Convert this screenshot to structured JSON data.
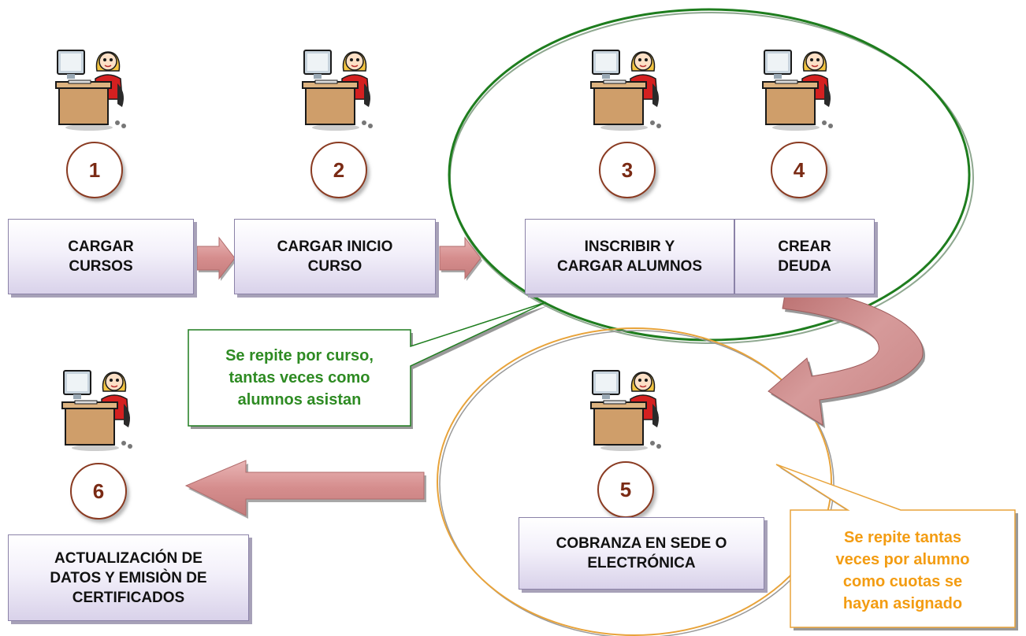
{
  "steps": [
    {
      "number": "1",
      "label": "CARGAR CURSOS",
      "lines": [
        "CARGAR",
        "CURSOS"
      ]
    },
    {
      "number": "2",
      "label": "CARGAR INICIO CURSO",
      "lines": [
        "CARGAR INICIO",
        "CURSO"
      ]
    },
    {
      "number": "3",
      "label": "INSCRIBIR Y CARGAR ALUMNOS",
      "lines": [
        "INSCRIBIR Y",
        "CARGAR  ALUMNOS"
      ]
    },
    {
      "number": "4",
      "label": "CREAR DEUDA",
      "lines": [
        "CREAR",
        "DEUDA"
      ]
    },
    {
      "number": "5",
      "label": "COBRANZA EN SEDE O ELECTRÓNICA",
      "lines": [
        "COBRANZA EN SEDE O",
        "ELECTRÓNICA"
      ]
    },
    {
      "number": "6",
      "label": "ACTUALIZACIÓN DE DATOS Y EMISIÒN DE CERTIFICADOS",
      "lines": [
        "ACTUALIZACIÓN DE",
        "DATOS Y EMISIÒN DE",
        "CERTIFICADOS"
      ]
    }
  ],
  "callouts": {
    "green": {
      "lines": [
        "Se repite por curso,",
        "tantas veces como",
        "alumnos asistan"
      ],
      "color": "#2e8b23"
    },
    "orange": {
      "lines": [
        "Se repite tantas",
        "veces por alumno",
        "como cuotas se",
        "hayan asignado"
      ],
      "color": "#f39c12"
    }
  },
  "icons": {
    "person": "person-at-computer-icon",
    "arrow": "arrow-right-icon",
    "curved_arrow": "curved-arrow-icon",
    "arrow_left": "arrow-left-icon"
  },
  "colors": {
    "arrow_fill": "#d99595",
    "arrow_edge": "#b06b6b",
    "number_border": "#8a3b22",
    "number_text": "#7a2a14",
    "green_ellipse": "#1e7d1e",
    "orange_ellipse": "#e8a33a"
  }
}
